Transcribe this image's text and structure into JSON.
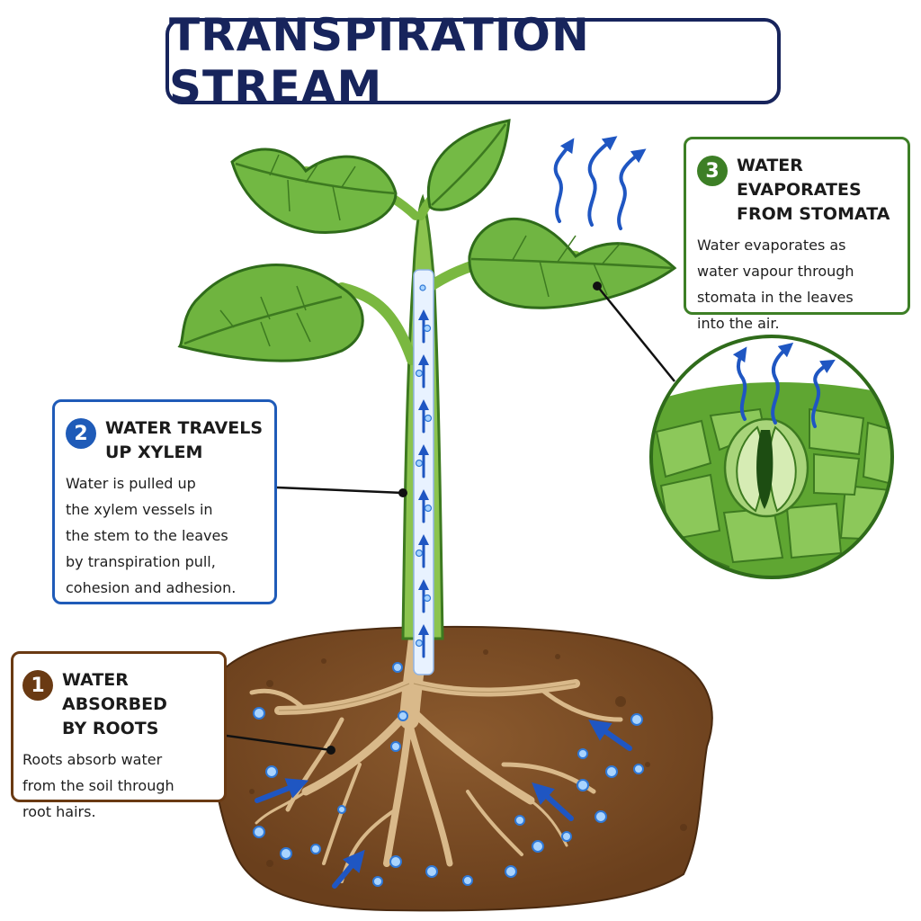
{
  "title": "TRANSPIRATION STREAM",
  "steps": [
    {
      "number": "1",
      "heading_line1": "WATER ABSORBED",
      "heading_line2": "BY ROOTS",
      "body_lines": [
        "Roots absorb water",
        "from the soil through",
        "root hairs."
      ],
      "color": "#6a3a13"
    },
    {
      "number": "2",
      "heading_line1": "WATER TRAVELS",
      "heading_line2": "UP XYLEM",
      "body_lines": [
        "Water is pulled up",
        "the xylem vessels in",
        "the stem to the leaves",
        "by transpiration pull,",
        "cohesion and adhesion."
      ],
      "color": "#1f5bb8"
    },
    {
      "number": "3",
      "heading_line1": "WATER EVAPORATES",
      "heading_line2": "FROM STOMATA",
      "body_lines": [
        "Water evaporates as",
        "water vapour through",
        "stomata in the leaves",
        "into the air."
      ],
      "color": "#3d7f26"
    }
  ],
  "colors": {
    "title": "#17245c",
    "leaf": "#6fb43f",
    "stem": "#8cc44f",
    "soil": "#7a4a23",
    "root": "#d9b98a",
    "water": "#2f78d6",
    "vapour": "#1f56c2"
  }
}
